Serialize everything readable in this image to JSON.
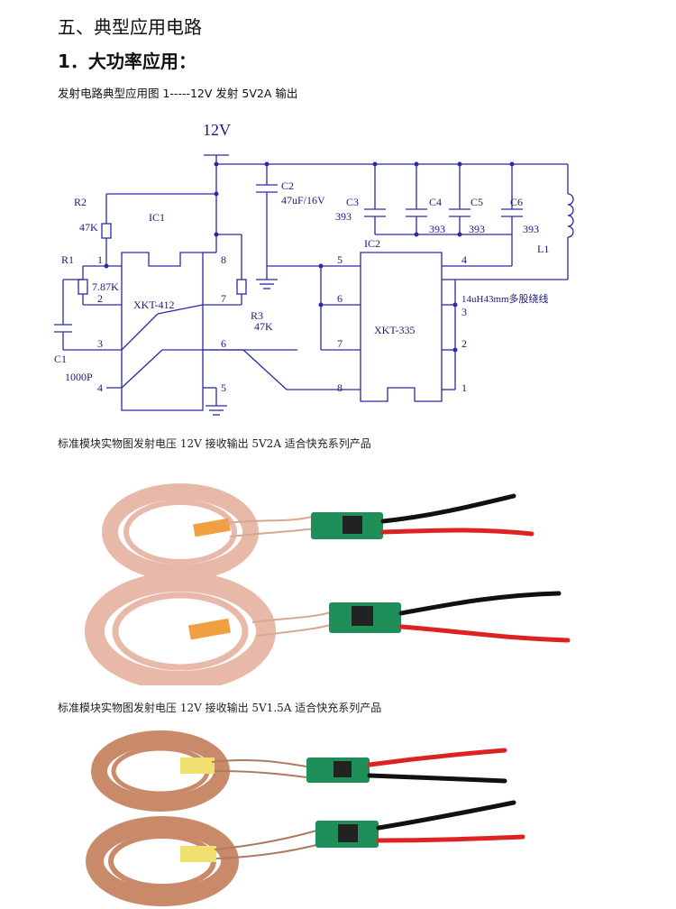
{
  "section_title": "五、典型应用电路",
  "subsection_title": "1．大功率应用：",
  "figure_caption_1": "发射电路典型应用图 1-----12V 发射 5V2A 输出",
  "schematic": {
    "supply": "12V",
    "ic1_name": "IC1",
    "ic1_part": "XKT-412",
    "ic2_name": "IC2",
    "ic2_part": "XKT-335",
    "r1": "R1",
    "r1_value": "7.87K",
    "r2": "R2",
    "r2_value": "47K",
    "r3": "R3",
    "r3_value": "47K",
    "c1": "C1",
    "c1_value": "1000P",
    "c2": "C2",
    "c2_value": "47uF/16V",
    "c3": "C3",
    "c3_value": "393",
    "c4": "C4",
    "c4_value": "393",
    "c5": "C5",
    "c5_value": "393",
    "c6": "C6",
    "c6_value": "393",
    "l1": "L1",
    "l1_desc": "14uH43mm多股绕线",
    "ic1_pins_left": [
      "1",
      "2",
      "3",
      "4"
    ],
    "ic1_pins_right": [
      "8",
      "7",
      "6",
      "5"
    ],
    "ic2_pins_left": [
      "5",
      "6",
      "7",
      "8"
    ],
    "ic2_pins_right": [
      "4",
      "3",
      "2",
      "1"
    ]
  },
  "figure_caption_2": "标准模块实物图发射电压 12V 接收输出 5V2A 适合快充系列产品",
  "figure_caption_3": "标准模块实物图发射电压 12V 接收输出 5V1.5A 适合快充系列产品",
  "colors": {
    "wire": "#2a2aa8",
    "text": "#1a1a7a"
  }
}
